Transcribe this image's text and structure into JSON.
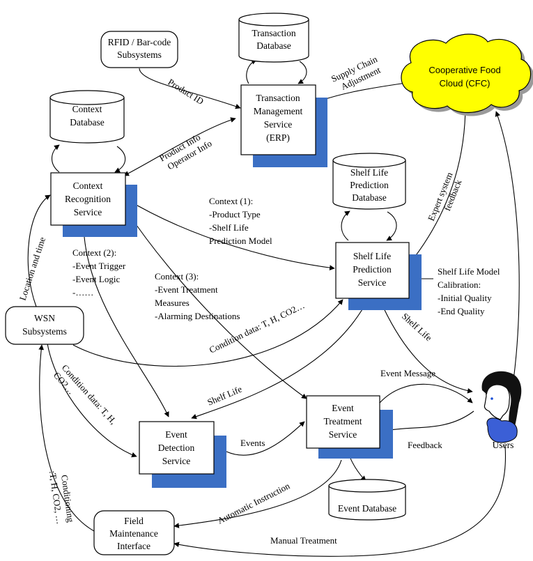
{
  "nodes": {
    "rfid": [
      "RFID / Bar-code",
      "Subsystems"
    ],
    "transaction_db": [
      "Transaction",
      "Database"
    ],
    "tms": [
      "Transaction",
      "Management",
      "Service",
      "(ERP)"
    ],
    "cfc": [
      "Cooperative Food",
      "Cloud (CFC)"
    ],
    "context_db": [
      "Context",
      "Database"
    ],
    "crs": [
      "Context",
      "Recognition",
      "Service"
    ],
    "sl_db": [
      "Shelf Life",
      "Prediction",
      "Database"
    ],
    "slps": [
      "Shelf Life",
      "Prediction",
      "Service"
    ],
    "wsn": [
      "WSN",
      "Subsystems"
    ],
    "eds": [
      "Event",
      "Detection",
      "Service"
    ],
    "ets": [
      "Event",
      "Treatment",
      "Service"
    ],
    "event_db": [
      "Event Database"
    ],
    "fmi": [
      "Field",
      "Maintenance",
      "Interface"
    ],
    "users": [
      "Users"
    ]
  },
  "edge_labels": {
    "product_id": "Product ID",
    "supply_chain": [
      "Supply Chain",
      "Adjustment"
    ],
    "product_info": [
      "Product Info",
      "Operator Info"
    ],
    "expert_feedback": [
      "Expert system",
      "feedback"
    ],
    "context1": [
      "Context (1):",
      "-Product Type",
      "-Shelf Life",
      "Prediction Model"
    ],
    "location_time": "Location and time",
    "context2": [
      "Context (2):",
      "-Event Trigger",
      "-Event Logic",
      "-……"
    ],
    "context3": [
      "Context (3):",
      "-Event Treatment",
      "Measures",
      "-Alarming Destinations"
    ],
    "calibration": [
      "Shelf Life Model",
      "Calibration:",
      "-Initial Quality",
      "-End Quality"
    ],
    "condition_data_top": "Condition data: T, H, CO2…",
    "shelf_life_right": "Shelf Life",
    "shelf_life_left": "Shelf Life",
    "condition_data_bottom": [
      "Condition data: T, H,",
      "CO2…"
    ],
    "event_message": "Event Message",
    "events": "Events",
    "feedback": "Feedback",
    "conditioning": [
      "Conditioning",
      ":T, H, CO2, …"
    ],
    "automatic_instruction": "Automatic Instruction",
    "manual_treatment": "Manual Treatment"
  }
}
